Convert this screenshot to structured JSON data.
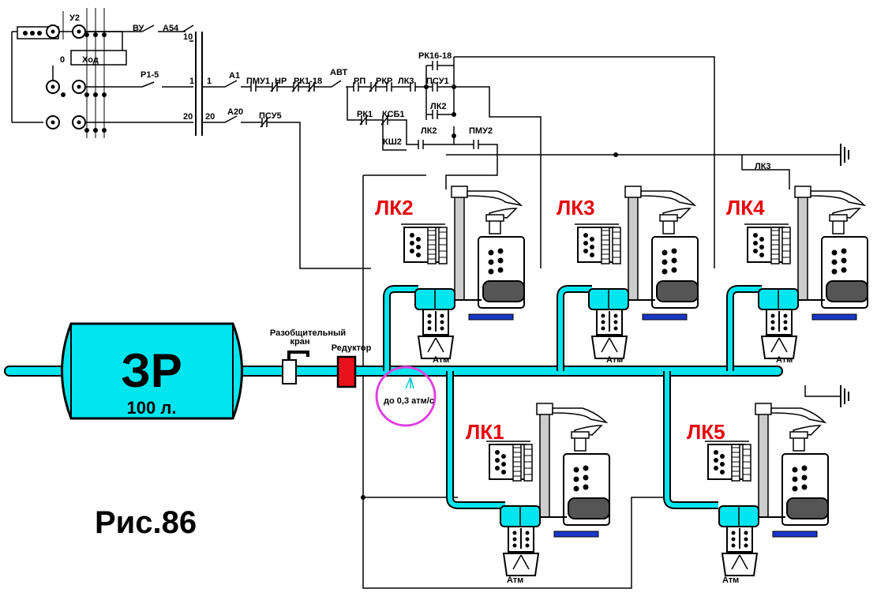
{
  "figure_caption": "Рис.86",
  "reservoir": {
    "name": "ЗР",
    "volume": "100 л."
  },
  "valve_label_line1": "Разобщительный",
  "valve_label_line2": "кран",
  "reducer_label": "Редуктор",
  "leak_label": "до 0,3 атм/с",
  "atm_label": "Атм",
  "contactors": [
    "ЛК1",
    "ЛК2",
    "ЛК3",
    "ЛК4",
    "ЛК5"
  ],
  "controller": {
    "u2": "У2",
    "pos0": "0",
    "hod": "Ход",
    "vu": "ВУ",
    "a54": "А54",
    "w10": "10",
    "w1a": "1",
    "w1b": "1",
    "w20a": "20",
    "w20b": "20",
    "r15": "Р1-5"
  },
  "circuit_labels": {
    "a1": "А1",
    "pmu1": "ПМУ1",
    "nr": "НР",
    "rk118": "РК1-18",
    "avt": "АВТ",
    "rp": "РП",
    "rkr": "РКР",
    "lk3": "ЛК3",
    "psu1": "ПСУ1",
    "rk1618": "РК16-18",
    "lk2a": "ЛК2",
    "rk1": "РК1",
    "ksb1": "КСБ1",
    "ksh2": "КШ2",
    "lk2b": "ЛК2",
    "pmu2": "ПМУ2",
    "a20": "А20",
    "psu5": "ПСУ5",
    "lk3b": "ЛК3"
  },
  "colors": {
    "pipe": "#00e5ee",
    "label_red": "#e8000b",
    "reducer": "#e8101a",
    "blue_bar": "#1a37c8",
    "circle": "#e040e0"
  }
}
